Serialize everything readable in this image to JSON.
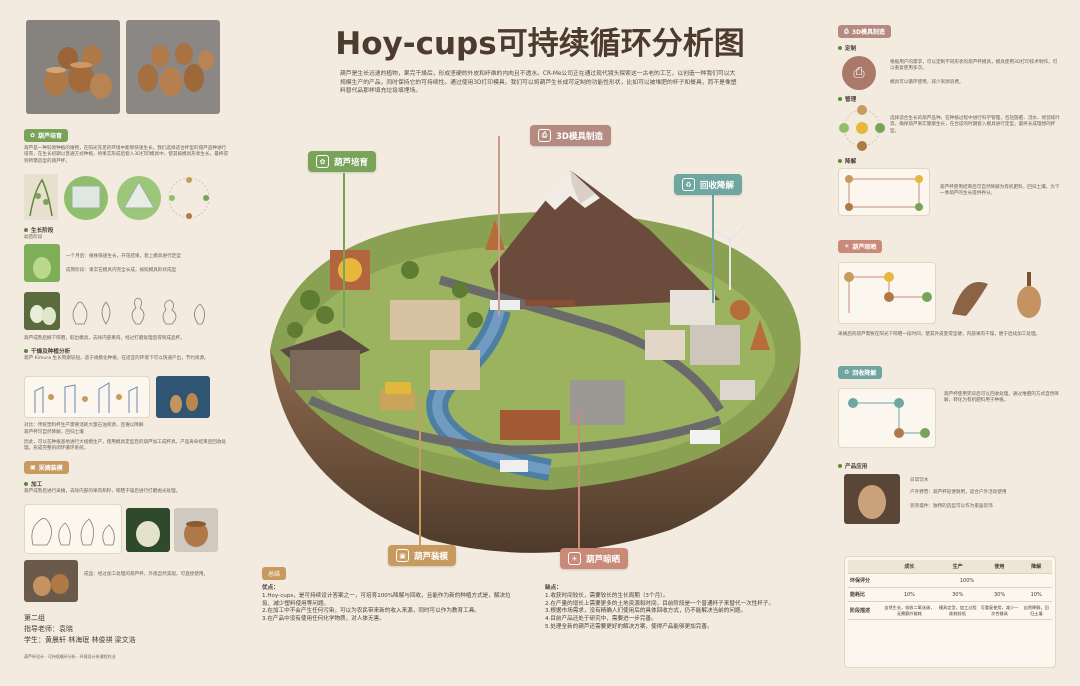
{
  "title": "Hoy-cups可持续循环分析图",
  "intro": "葫芦是生长迅速的植物，果完干燥后，形成坚硬的外皮和纤维的内肉且不透水。CR-Me公司正在通过现代镜头探索这一古老的工艺，以创造一种我们可以大规模生产的产品，同时保持它的可持续性。通过使用3D打印模具，我们可以将葫芦生长成可定制的功能性形状，比如可以被堆肥的杯子和餐具，而不是像塑料替代品那样填充垃圾填埋场。",
  "callouts": {
    "cultivation": "葫芦培育",
    "mold": "3D模具制造",
    "recycle": "回收降解",
    "assembly": "葫芦装模",
    "harvest": "葫芦晾晒"
  },
  "left": {
    "section1": "葫芦培育",
    "section1_text": "葫芦是一种较易种植的植物，在阳光充足的环境中能够快速生长。我们选择适合杯型的葫芦品种进行培育，在生长初期以普通方式种植，待果实形成后套入3D打印模具中，使其按模具形状生长，最终得到所需造型的葫芦杯。",
    "growth_label": "生长阶段",
    "growth_sub": "幼苗阶段",
    "growth_note1": "一个月后：植株快速生长，开花结果，套上模具进行定型",
    "growth_note2": "成熟阶段：果实在模具内完全长成，按照模具形状成型",
    "growth_note3": "葫芦成熟后摘下晾晒，取出模具，去除内部果肉，经过打磨处理后得到成品杯。",
    "section2": "干燥及种植分析",
    "section2_text": "葫芦 Kimura 生长周期较短，适于规模化种植，在适宜的环境下可以快速产出，节约资源。",
    "section2_note1": "对比：传统塑料杯生产需要消耗大量石油资源，且难以降解",
    "section2_note2": "葫芦杯可自然降解，回归土壤",
    "section2_text2": "因此，可以在种植基地进行大规模生产，使用模具定型后的葫芦加工成杯具，产品寿命结束后回收处理，形成完整的闭环循环系统。",
    "section3": "采摘装模",
    "section3_sub": "加工",
    "section3_text": "葫芦成熟后进行采摘，去除内部的果肉和籽，晾晒干燥后进行打磨抛光处理。",
    "section3_note": "成品：经过加工处理的葫芦杯，外观自然美观，可直接使用。",
    "team_label": "第二组",
    "teacher": "指导老师：袁晓",
    "members": "学生：黄晨轩 林海珉 林俊祺 梁文浩",
    "footer": "葫芦杯设计 · 可持续循环分析 · 环境设计系课程作业"
  },
  "right": {
    "section1": "3D模具制造",
    "custom": "定制",
    "custom_text": "根据用户的需求，可以定制不同形状的葫芦杯模具，模具使用3D打印技术制作，可以重复使用多次。",
    "custom_text2": "模具可以循环使用，减少资源浪费。",
    "manage": "管理",
    "manage_text": "选择适合生长的葫芦品种，在种植过程中进行科学管理，包括施肥、浇水、修剪枝叶等，确保葫芦果实健康生长，在合适的时期套入模具进行定型，最终长成理想的杯型。",
    "degrade": "降解",
    "degrade_text": "葫芦杯使用结束后可自然降解为有机肥料，回归土壤，为下一季葫芦的生长提供养分。",
    "section2": "葫芦晾晒",
    "section2_text": "采摘后的葫芦需要在阳光下晾晒一段时间，使其外皮变得坚硬，内部果肉干燥，便于后续加工处理。",
    "section3": "回收降解",
    "section3_text": "葫芦杯使用完毕后可以回收处理，通过堆肥的方式自然降解，转化为有机肥料用于种植。",
    "apply": "产品应用",
    "apply_text1": "日常饮水",
    "apply_text2": "户外野营：葫芦杯轻便耐用，适合户外活动使用",
    "apply_text3": "装饰摆件：独特的造型可以作为家居装饰",
    "table_headers": [
      "",
      "成长",
      "生产",
      "使用",
      "降解"
    ],
    "table_rows": [
      {
        "label": "环保评分",
        "cells": [
          "",
          "100%",
          "",
          ""
        ]
      },
      {
        "label": "能耗比",
        "cells": [
          "10%",
          "30%",
          "30%",
          "10%"
        ]
      },
      {
        "label": "阶段描述",
        "cells": [
          "自然生长，吸收二氧化碳，无需额外能耗",
          "模具定型，加工过程能耗较低",
          "可重复使用，减少一次性餐具",
          "自然降解，回归土壤"
        ]
      }
    ]
  },
  "summary": {
    "tag": "总结",
    "pros_title": "优点：",
    "pros": [
      "1.Hoy-cups，是可持续设计答案之一，可培育100%降解与回收，且能作为新的种植方式是，解决垃圾、减少塑料使用等问题。",
      "2.在加工中不会产生任何污染，可以为农民带来新的收入来源，同时可以作为教育工具。",
      "3.在产品中没有使用任何化学物质，对人体无害。"
    ],
    "cons_title": "缺点：",
    "cons": [
      "1.收获时间较长，需要较长的生长周期（3个月）。",
      "2.在产量的增长上需要更多的土地资源和时间，目前阶段是一个普通杯子来替代一次性杯子。",
      "3.根据市场需求，没有精确人们使用后的具体回收方式，仍不能解决当前的问题。",
      "4.目前产品还处于研究中，需要进一步完善。",
      "5.处理全新的葫芦还需要更好的解决方案，使得产品能够更加完善。"
    ]
  }
}
